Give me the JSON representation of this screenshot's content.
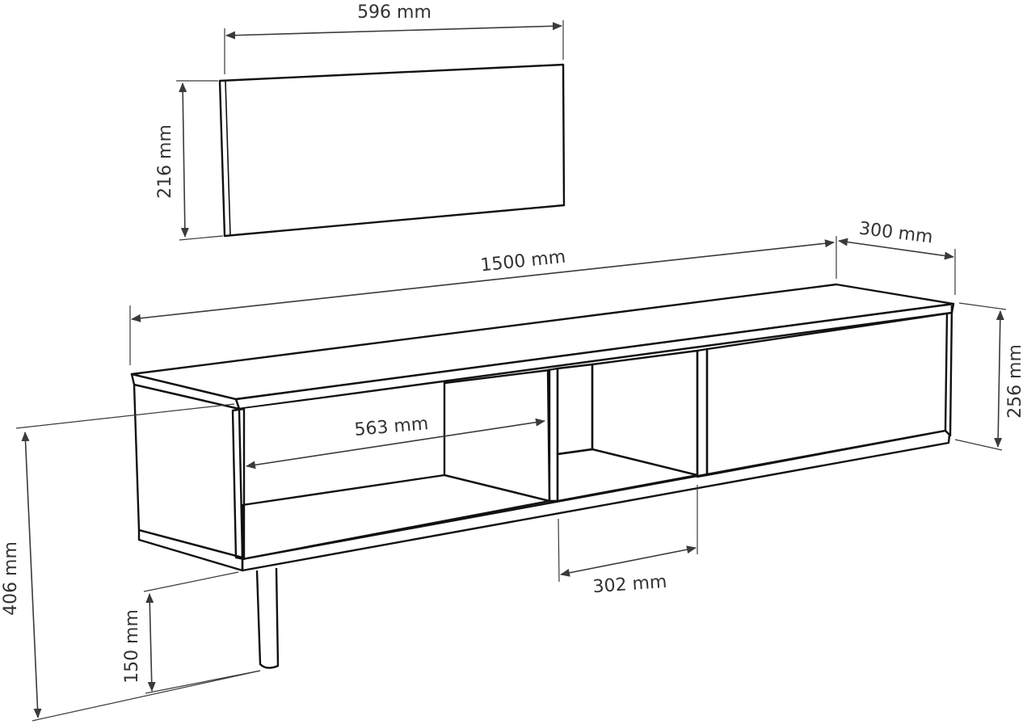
{
  "diagram": {
    "type": "furniture-dimension-drawing",
    "colors": {
      "background": "#ffffff",
      "top_surface": "#8c8c8c",
      "shelf_surface": "#8c8c8c",
      "inner_panel": "#e8e8e8",
      "front_white": "#ffffff",
      "edge": "#111111",
      "dimension": "#3a3a3a",
      "label": "#333333"
    },
    "components": [
      {
        "name": "Wall shelf panel",
        "width": "596 mm",
        "height": "216 mm"
      },
      {
        "name": "TV cabinet",
        "width": "1500 mm",
        "depth": "300 mm",
        "body_height": "256 mm",
        "total_height": "406 mm"
      },
      {
        "name": "Left compartment",
        "width": "563 mm"
      },
      {
        "name": "Middle compartment",
        "width": "302 mm"
      },
      {
        "name": "Leg",
        "height": "150 mm"
      }
    ],
    "labels": {
      "panel_width": "596 mm",
      "panel_height": "216 mm",
      "cabinet_width": "1500 mm",
      "cabinet_depth": "300 mm",
      "cabinet_height": "256 mm",
      "left_compartment_width": "563 mm",
      "middle_compartment_width": "302 mm",
      "total_height": "406 mm",
      "leg_height": "150 mm"
    }
  }
}
